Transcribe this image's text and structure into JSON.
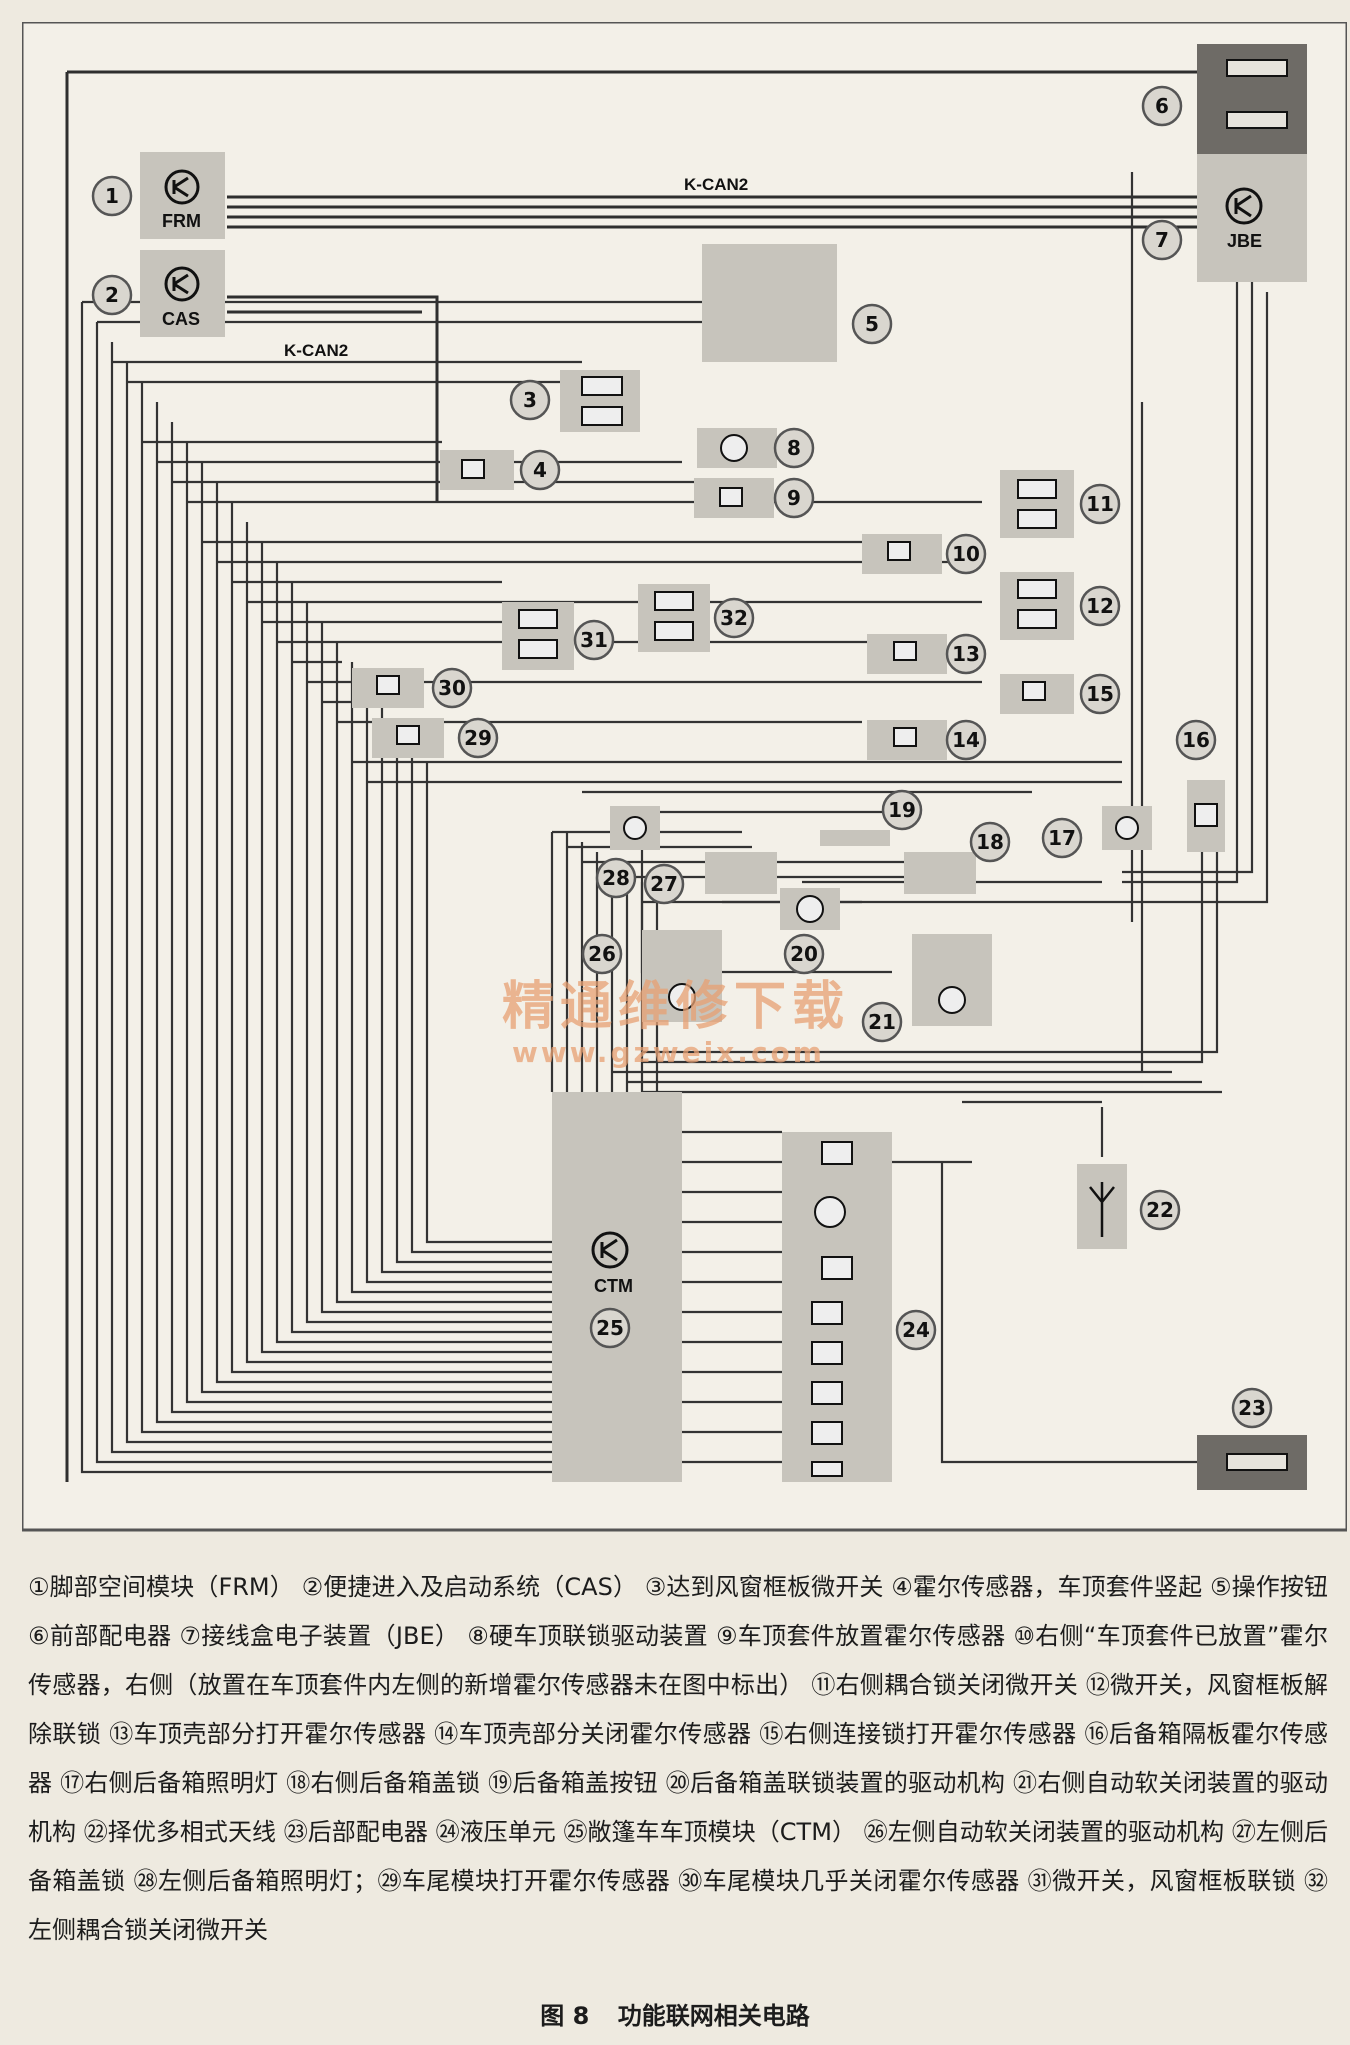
{
  "diagram": {
    "bus_labels": [
      "K-CAN2",
      "K-CAN2"
    ],
    "modules": {
      "frm": "FRM",
      "cas": "CAS",
      "jbe": "JBE",
      "ctm": "CTM"
    },
    "labels": [
      "1",
      "2",
      "3",
      "4",
      "5",
      "6",
      "7",
      "8",
      "9",
      "10",
      "11",
      "12",
      "13",
      "14",
      "15",
      "16",
      "17",
      "18",
      "19",
      "20",
      "21",
      "22",
      "23",
      "24",
      "25",
      "26",
      "27",
      "28",
      "29",
      "30",
      "31",
      "32"
    ],
    "watermark": {
      "text": "精通维修下载",
      "url": "www.gzweix.com"
    }
  },
  "legend": {
    "text": "①脚部空间模块（FRM） ②便捷进入及启动系统（CAS） ③达到风窗框板微开关 ④霍尔传感器，车顶套件竖起 ⑤操作按钮 ⑥前部配电器 ⑦接线盒电子装置（JBE） ⑧硬车顶联锁驱动装置 ⑨车顶套件放置霍尔传感器 ⑩右侧“车顶套件已放置”霍尔传感器，右侧（放置在车顶套件内左侧的新增霍尔传感器未在图中标出） ⑪右侧耦合锁关闭微开关 ⑫微开关，风窗框板解除联锁 ⑬车顶壳部分打开霍尔传感器 ⑭车顶壳部分关闭霍尔传感器 ⑮右侧连接锁打开霍尔传感器 ⑯后备箱隔板霍尔传感器 ⑰右侧后备箱照明灯 ⑱右侧后备箱盖锁 ⑲后备箱盖按钮 ⑳后备箱盖联锁装置的驱动机构 ㉑右侧自动软关闭装置的驱动机构 ㉒择优多相式天线 ㉓后部配电器 ㉔液压单元 ㉕敞篷车车顶模块（CTM） ㉖左侧自动软关闭装置的驱动机构 ㉗左侧后备箱盖锁 ㉘左侧后备箱照明灯；㉙车尾模块打开霍尔传感器 ㉚车尾模块几乎关闭霍尔传感器 ㉛微开关，风窗框板联锁 ㉜左侧耦合锁关闭微开关"
  },
  "caption": {
    "figure_number": "图 8",
    "title": "功能联网相关电路"
  }
}
